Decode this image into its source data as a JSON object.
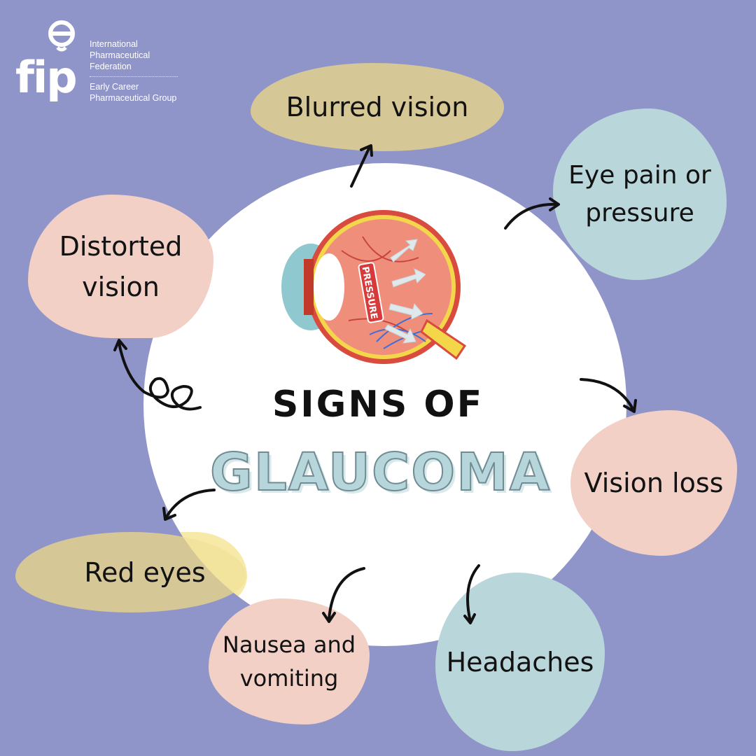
{
  "logo": {
    "wordmark": "fip",
    "line1": "International",
    "line2": "Pharmaceutical",
    "line3": "Federation",
    "line4": "Early Career",
    "line5": "Pharmaceutical Group"
  },
  "title": {
    "line1": "SIGNS OF",
    "line2": "GLAUCOMA"
  },
  "eye_label": "PRESSURE",
  "symptoms": {
    "blurred": "Blurred vision",
    "eyepain_1": "Eye pain or",
    "eyepain_2": "pressure",
    "distorted_1": "Distorted",
    "distorted_2": "vision",
    "vision_loss": "Vision loss",
    "red_eyes": "Red eyes",
    "nausea_1": "Nausea and",
    "nausea_2": "vomiting",
    "headaches": "Headaches"
  },
  "colors": {
    "background": "#8f94c9",
    "tan": "#d6c797",
    "blue": "#b9d7da",
    "pink": "#f2d0c6"
  }
}
